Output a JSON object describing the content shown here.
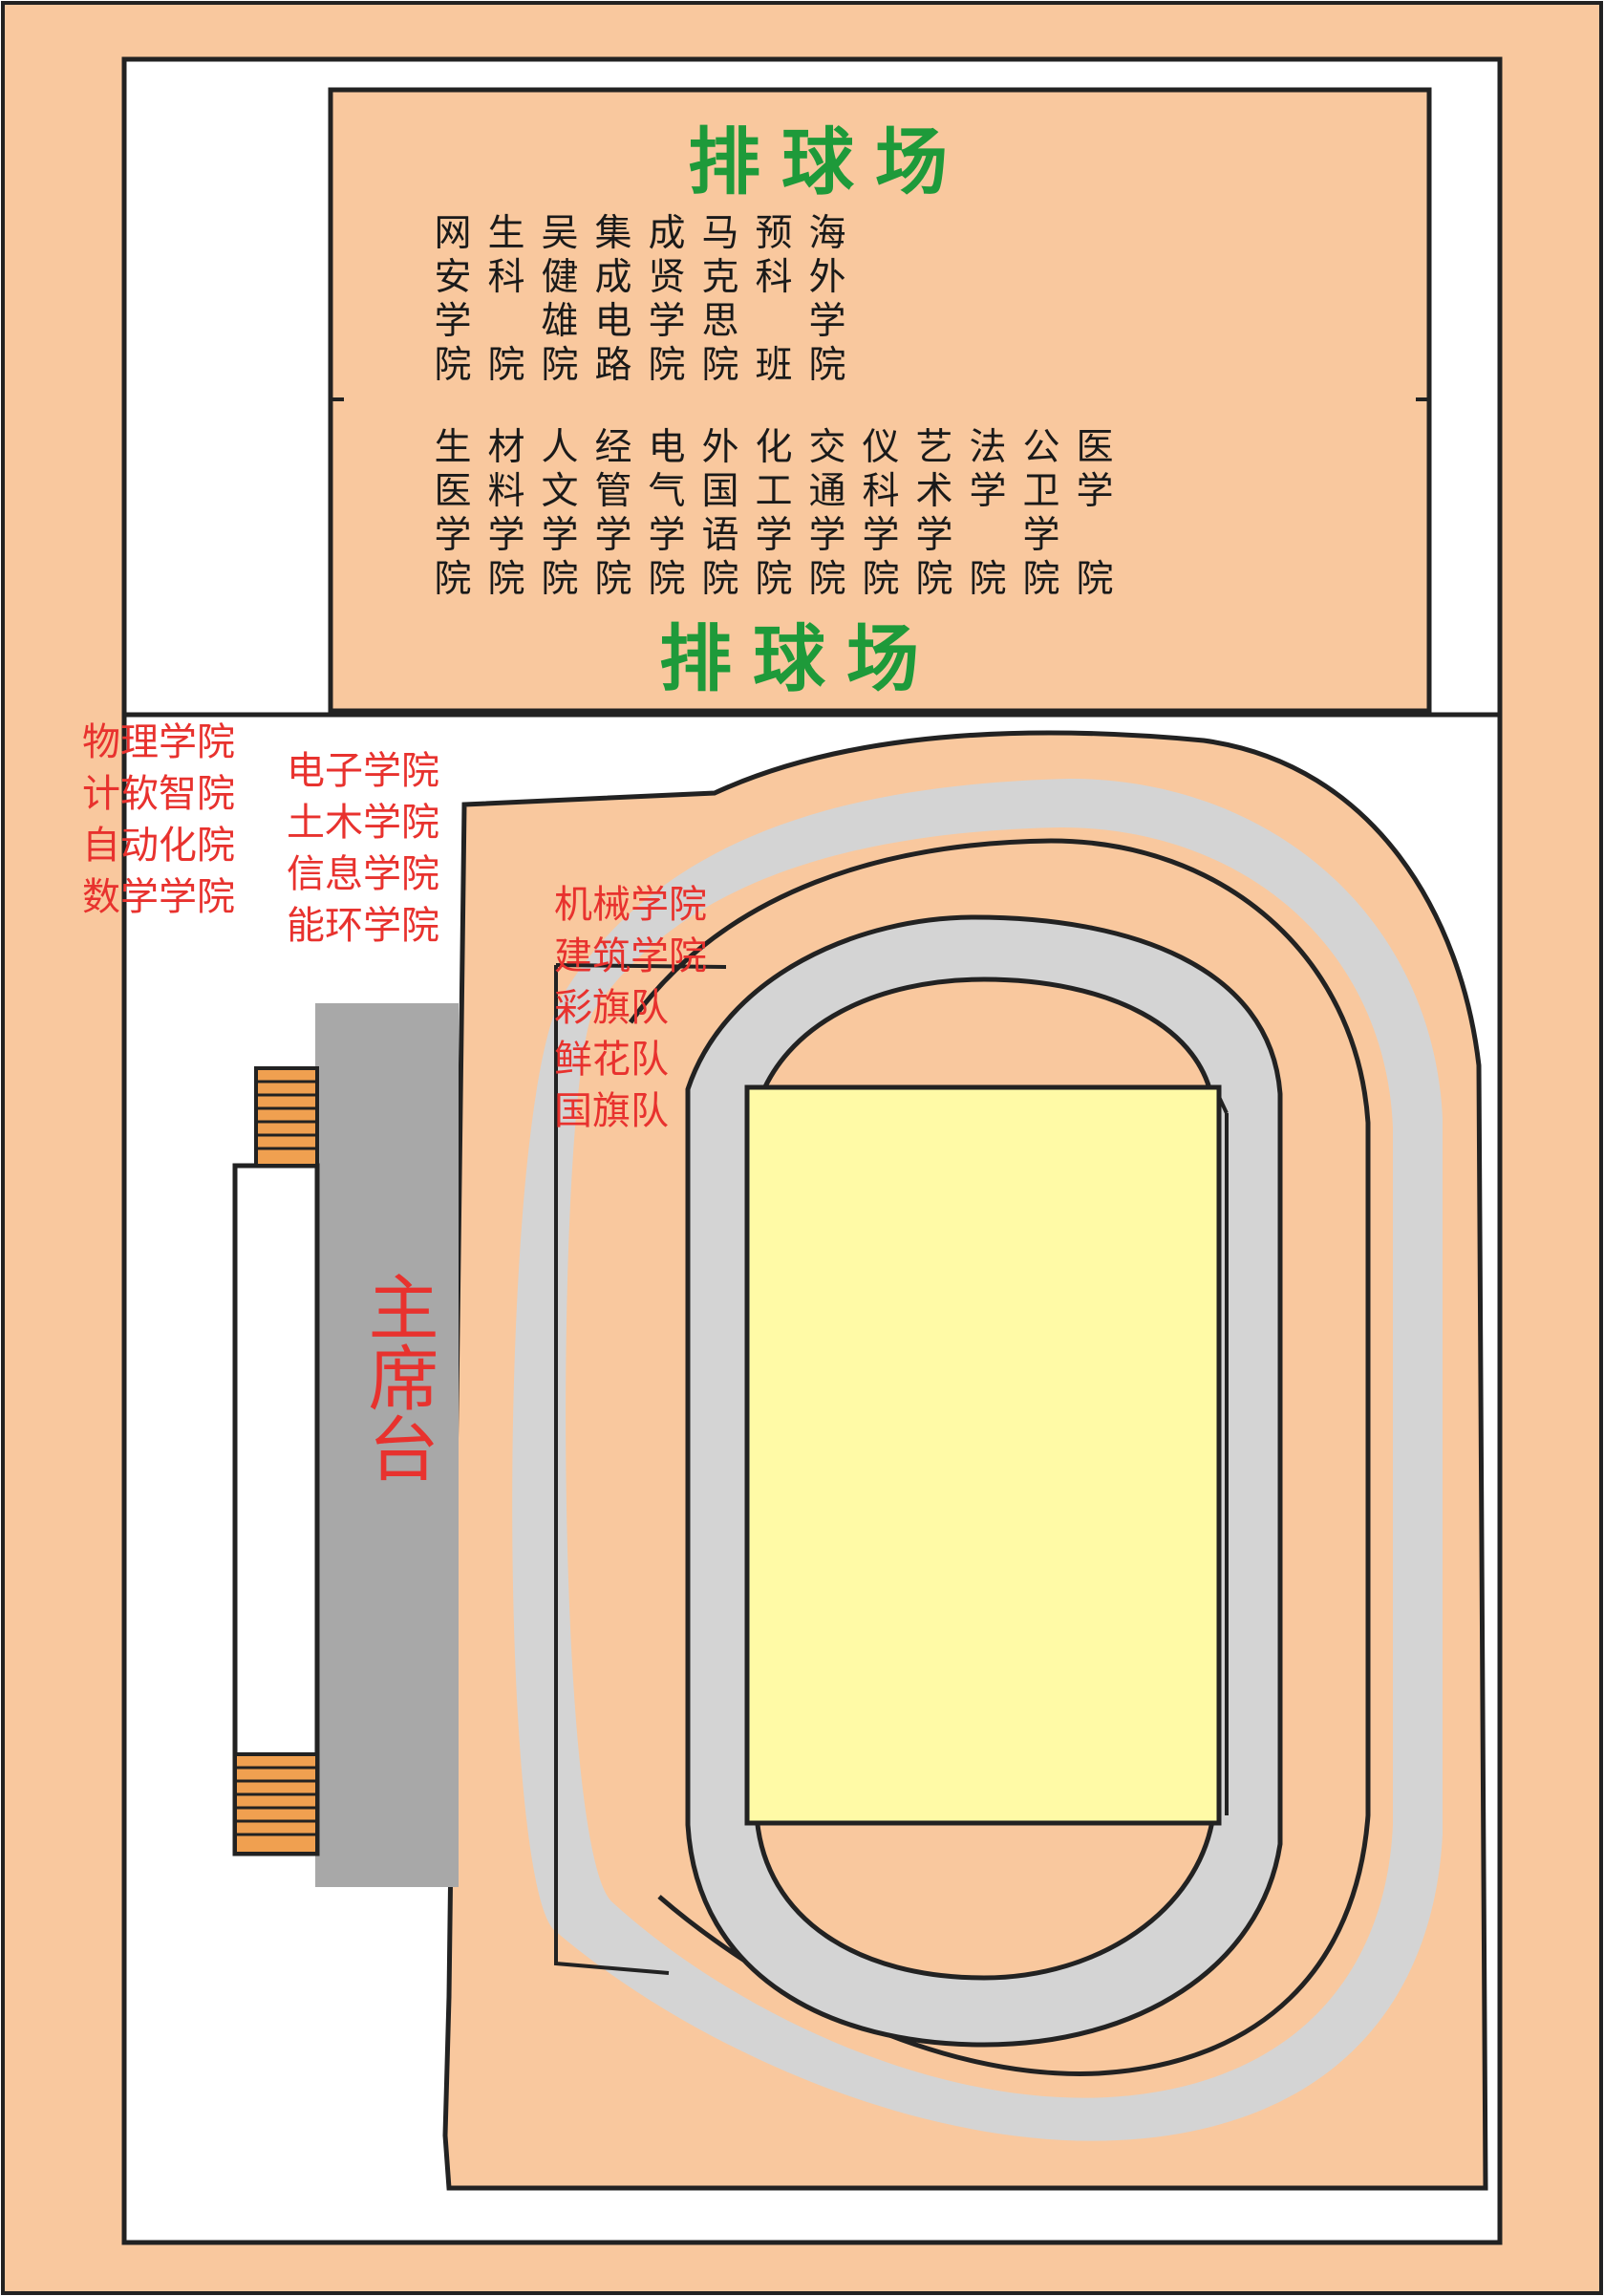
{
  "volleyball": {
    "title_top": "排球场",
    "title_bottom": "排球场",
    "row1": [
      "网安学院",
      "生科院",
      "吴健雄院",
      "集成电路",
      "成贤学院",
      "马克思院",
      "预科班",
      "海外学院"
    ],
    "row2": [
      "生医学院",
      "材料学院",
      "人文学院",
      "经管学院",
      "电气学院",
      "外国语院",
      "化工学院",
      "交通学院",
      "仪科学院",
      "艺术学院",
      "法学院",
      "公卫学院",
      "医学院"
    ]
  },
  "left_group": [
    "物理学院",
    "计软智院",
    "自动化院",
    "数学学院"
  ],
  "middle_group": [
    "电子学院",
    "土木学院",
    "信息学院",
    "能环学院"
  ],
  "track_group": [
    "机械学院",
    "建筑学院",
    "彩旗队",
    "鲜花队",
    "国旗队"
  ],
  "stand_label": "主席台",
  "colors": {
    "border_fill": "#f9c89e",
    "volleyball_fill": "#f9c89e",
    "track_lane": "#d4d4d4",
    "infield": "#fffaa6",
    "stand": "#a8a8a8",
    "label_red": "#e8322e",
    "title_green": "#1e9a3a"
  }
}
